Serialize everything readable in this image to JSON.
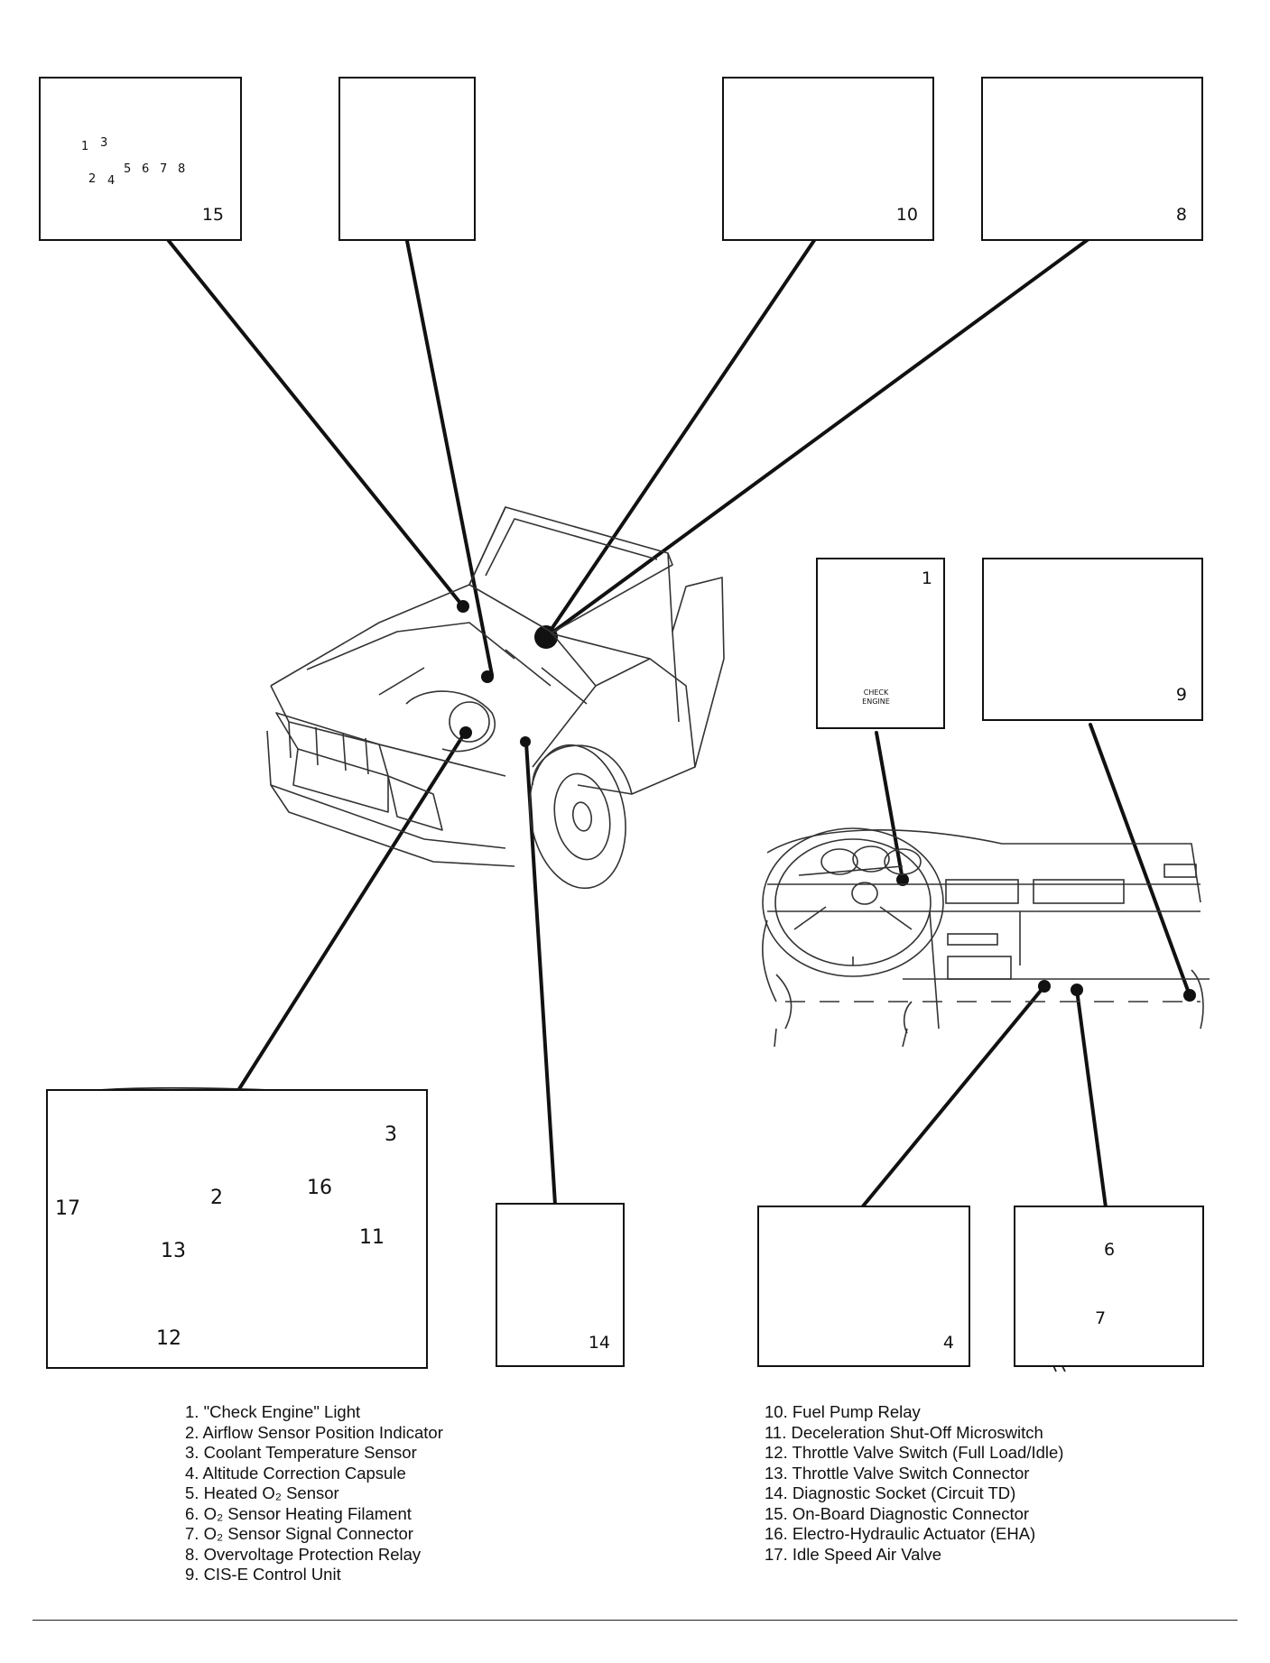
{
  "callouts": {
    "n1": "1",
    "n2": "2",
    "n3": "3",
    "n4": "4",
    "n6": "6",
    "n7": "7",
    "n8": "8",
    "n9": "9",
    "n10": "10",
    "n11": "11",
    "n12": "12",
    "n13": "13",
    "n14": "14",
    "n15": "15",
    "n16": "16",
    "n17": "17"
  },
  "connector_pins": {
    "p1": "1",
    "p2": "2",
    "p3": "3",
    "p4": "4",
    "p5": "5",
    "p6": "6",
    "p7": "7",
    "p8": "8"
  },
  "gauge_label": {
    "line1": "CHECK",
    "line2": "ENGINE"
  },
  "legend_left": [
    "1. \"Check Engine\" Light",
    "2. Airflow Sensor Position Indicator",
    "3. Coolant Temperature Sensor",
    "4. Altitude Correction Capsule",
    "5. Heated O₂ Sensor",
    "6. O₂ Sensor Heating Filament",
    "7. O₂ Sensor Signal Connector",
    "8. Overvoltage Protection Relay",
    "9. CIS-E Control Unit"
  ],
  "legend_right": [
    "10. Fuel Pump Relay",
    "11. Deceleration Shut-Off Microswitch",
    "12. Throttle Valve Switch (Full Load/Idle)",
    "13. Throttle Valve Switch Connector",
    "14. Diagnostic Socket (Circuit TD)",
    "15. On-Board Diagnostic Connector",
    "16. Electro-Hydraulic Actuator (EHA)",
    "17. Idle Speed Air Valve"
  ]
}
